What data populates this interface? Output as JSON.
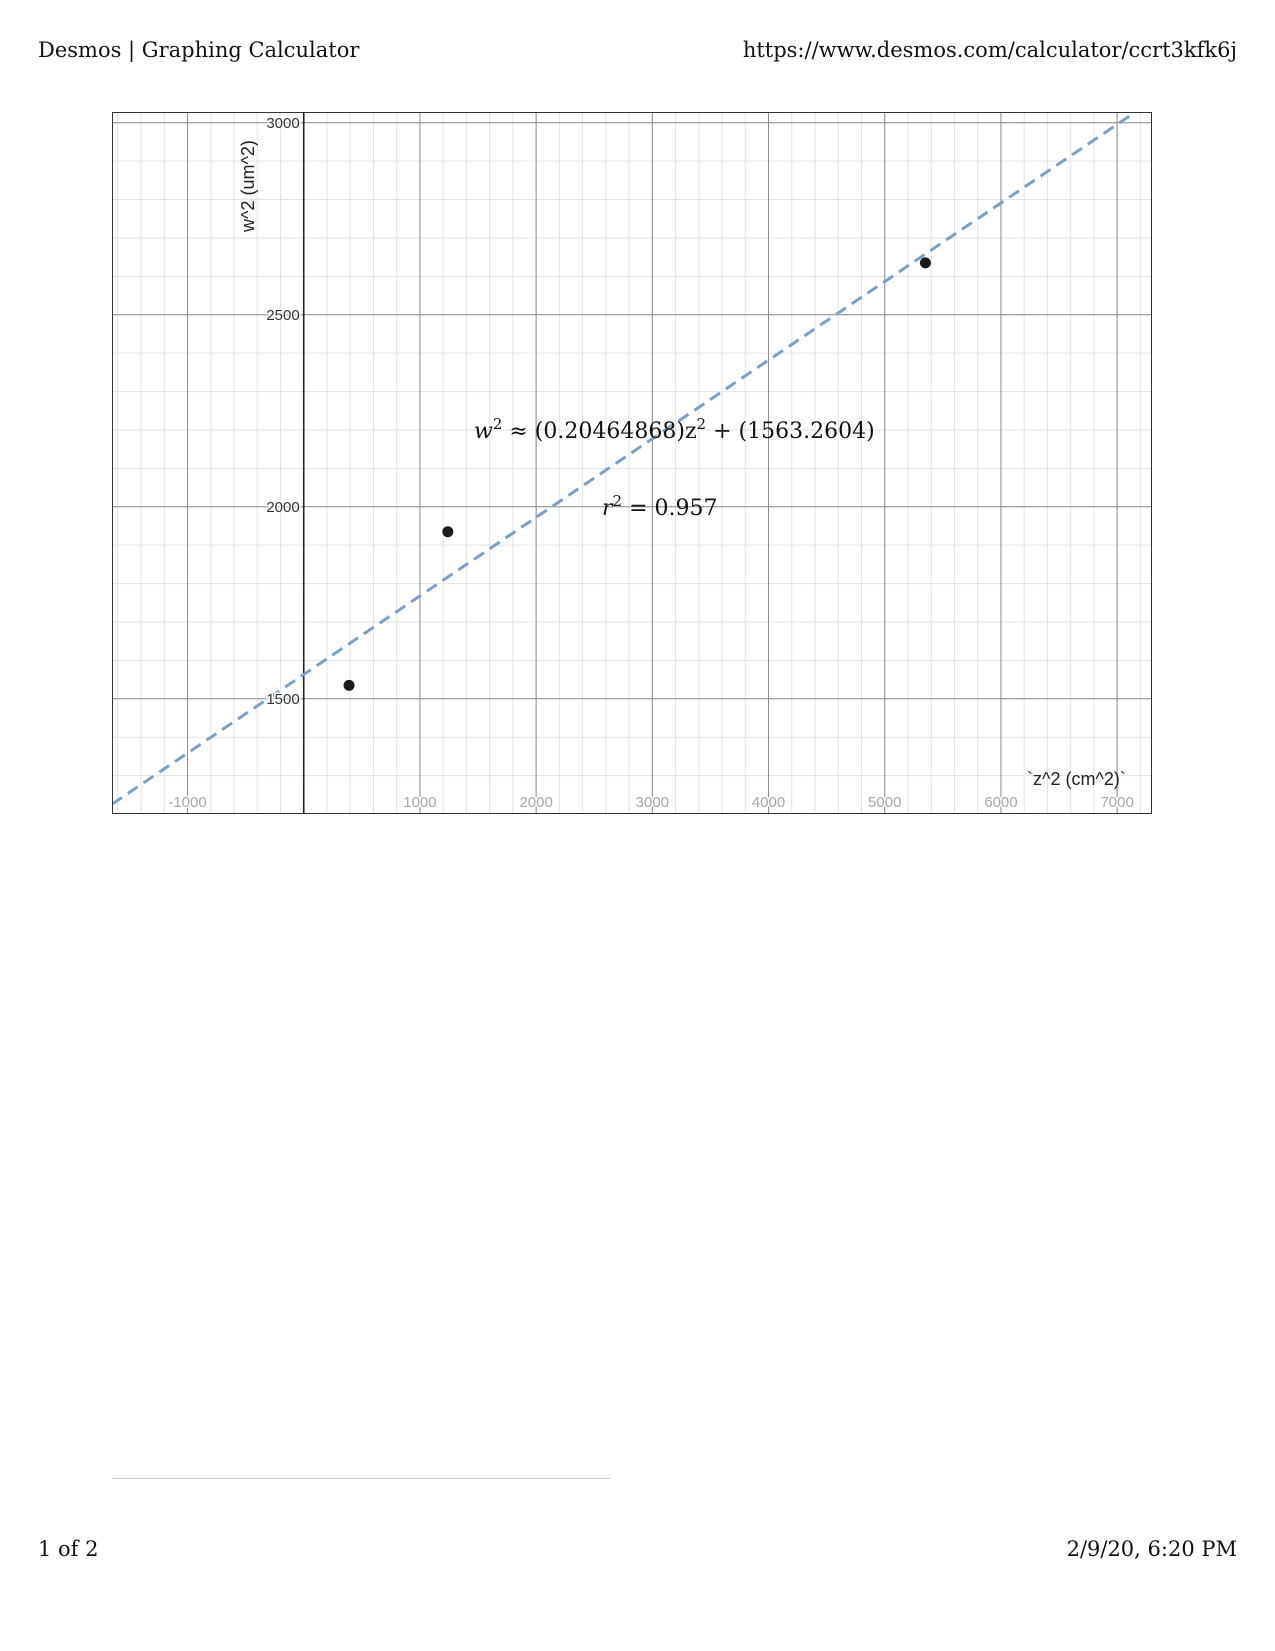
{
  "header": {
    "title": "Desmos | Graphing Calculator",
    "url": "https://www.desmos.com/calculator/ccrt3kfk6j"
  },
  "footer": {
    "page": "1 of 2",
    "datetime": "2/9/20, 6:20 PM"
  },
  "colors": {
    "fit_line": "#7aa0c8",
    "points": "#1a1a1a",
    "grid_major": "#8c8c8c",
    "grid_minor": "#e2e2e2"
  },
  "chart_data": {
    "type": "scatter",
    "xlabel": "`z^2 (cm^2)`",
    "ylabel": "w^2 (um^2)",
    "xlim": [
      -1650,
      7300
    ],
    "ylim": [
      1200,
      3028
    ],
    "x_ticks": [
      -1000,
      1000,
      2000,
      3000,
      4000,
      5000,
      6000,
      7000
    ],
    "y_ticks": [
      1500,
      2000,
      2500,
      3000
    ],
    "x_tick_labels": [
      "-1000",
      "1000",
      "2000",
      "3000",
      "4000",
      "5000",
      "6000",
      "7000"
    ],
    "y_tick_labels": [
      "1500",
      "2000",
      "2500",
      "3000"
    ],
    "x_minor_step": 200,
    "y_minor_step": 100,
    "x_major_step": 1000,
    "y_major_step": 500,
    "grid": true,
    "points": [
      {
        "x": 390,
        "y": 1535
      },
      {
        "x": 1240,
        "y": 1935
      },
      {
        "x": 5350,
        "y": 2635
      }
    ],
    "fit": {
      "slope": 0.20464868,
      "intercept": 1563.2604,
      "style": "dashed"
    },
    "annotations": {
      "equation_lhs": "w",
      "equation_sup": "2",
      "equation_mid": " ≈ (0.20464868)z",
      "equation_sup2": "2",
      "equation_rhs": " + (1563.2604)",
      "r2_lhs": "r",
      "r2_sup": "2",
      "r2_rhs": " = 0.957"
    }
  }
}
